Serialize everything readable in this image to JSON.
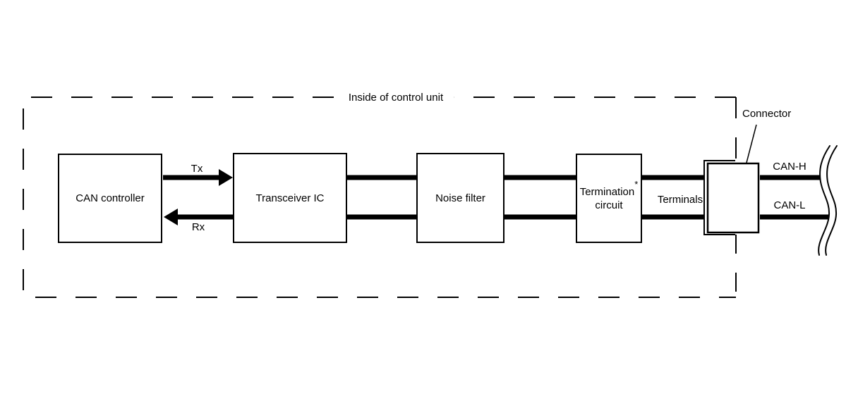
{
  "diagram": {
    "title": "Inside of control unit",
    "blocks": {
      "can_controller": "CAN controller",
      "transceiver_ic": "Transceiver IC",
      "noise_filter": "Noise filter",
      "termination": {
        "line1": "Termination",
        "superscript": "*",
        "line2": "circuit"
      }
    },
    "signals": {
      "tx": "Tx",
      "rx": "Rx"
    },
    "labels": {
      "terminals": "Terminals",
      "connector": "Connector",
      "can_high": "CAN-H",
      "can_low": "CAN-L"
    },
    "colors": {
      "line": "#000000",
      "background": "#ffffff"
    }
  }
}
